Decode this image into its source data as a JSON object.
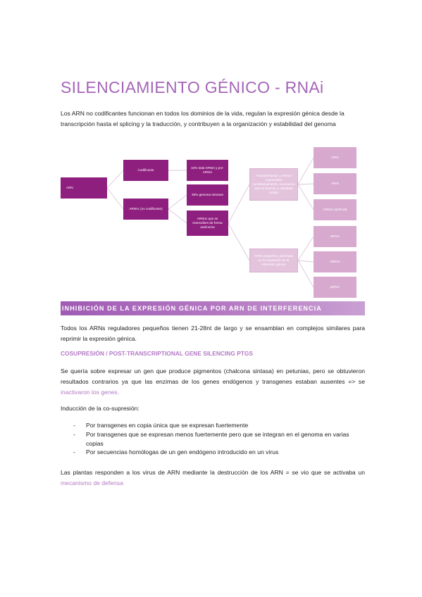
{
  "title": "SILENCIAMIENTO GÉNICO - RNAi",
  "intro": "Los ARN no codificantes funcionan en todos los dominios de la vida, regulan la expresión génica desde la transcripción hasta el splicing y la traducción, y contribuyen a la organización y estabilidad del genoma",
  "diagram": {
    "root": "ARN",
    "coding": "Codificante",
    "coding_detail": "10% total ARNm y pre-ARNm",
    "noncoding": "ARNnc (no codificante)",
    "introns": "30% genoma Intrones",
    "autonomous": "ARNnc que se transcriben de forma autónoma",
    "housekeeping": "\"Housekeeping\" y ARNnc expresados constitutivamente, necesarios para la función y viabilidad celular",
    "small": "ARNs pequeños, participan en la regulación de la expresión génica",
    "hk_items": [
      "ARNr",
      "ARNt",
      "ARNsn (señoral)"
    ],
    "small_items": [
      "siRNA",
      "miRNA",
      "piRNA"
    ]
  },
  "section_heading": "INHIBICIÓN DE LA EXPRESIÓN GÉNICA POR ARN DE INTERFERENCIA",
  "para1": "Todos los ARNs reguladores pequeños tienen 21-28nt de largo y se ensamblan en complejos similares para reprimir la expresión génica.",
  "subheading": "COSUPRESIÓN / POST-TRANSCRIPTIONAL GENE SILENCING PTGS",
  "para2": "Se quería sobre expresar un gen que produce pigmentos (chalcona sintasa) en petunias, pero se obtuvieron resultados contrarios ya que las enzimas de los genes endógenos y transgenes estaban ausentes => se ",
  "para2_highlight": "inactivaron los genes.",
  "para3": "Inducción de la co-supresión:",
  "bullets": [
    "Por transgenes en copia única que se expresan fuertemente",
    "Por transgenes que se expresan menos fuertemente pero que se integran en el genoma en varias copias",
    "Por secuencias homólogas de un gen endógeno introducido en un virus"
  ],
  "para4": "Las plantas responden a los virus de ARN mediante la destrucción de los ARN = se vio que se activaba un ",
  "para4_highlight": "mecanismo de defensa",
  "colors": {
    "accent": "#a466b8",
    "dark_node": "#8f1f7f",
    "light_node": "#e4c3dd"
  }
}
